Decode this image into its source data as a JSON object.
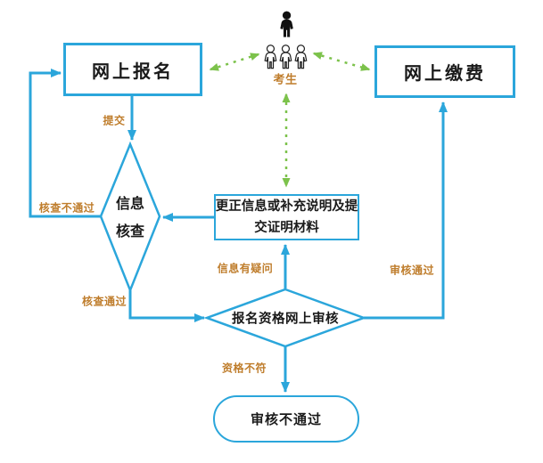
{
  "diagram": {
    "nodes": {
      "online_registration": {
        "label": "网上报名"
      },
      "online_payment": {
        "label": "网上缴费"
      },
      "candidate": {
        "label": "考生"
      },
      "info_check": {
        "line1": "信息",
        "line2": "核查"
      },
      "correction": {
        "line1": "更正信息或补充说明及提",
        "line2": "交证明材料"
      },
      "qualification_review": {
        "label": "报名资格网上审核"
      },
      "review_failed": {
        "label": "审核不通过"
      }
    },
    "edge_labels": {
      "submit": "提交",
      "check_failed": "核查不通过",
      "check_passed": "核查通过",
      "info_doubt": "信息有疑问",
      "review_passed": "审核通过",
      "qualification_mismatch": "资格不符"
    },
    "icons": {
      "candidate_group": "people-icons (1 filled leader + 3 outlined persons)"
    },
    "colors": {
      "flow_blue": "#2BA6DB",
      "label_orange": "#BF7D2C",
      "candidate_green": "#7CC24B",
      "text_black": "#1A1A1A",
      "background": "#FFFFFF"
    }
  }
}
